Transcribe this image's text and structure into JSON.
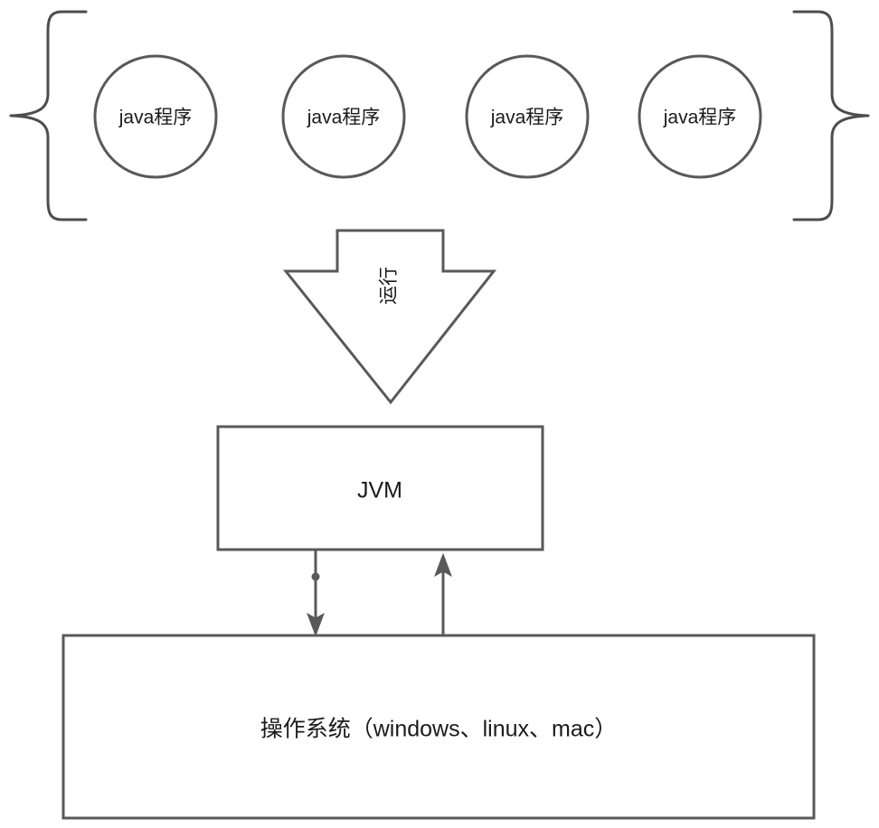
{
  "diagram": {
    "title": "java-runtime-architecture",
    "colors": {
      "stroke": "#595959",
      "brace_stroke": "#4d4d4d",
      "text": "#1a1a1a",
      "background": "#ffffff"
    },
    "programs": [
      {
        "label": "java程序"
      },
      {
        "label": "java程序"
      },
      {
        "label": "java程序"
      },
      {
        "label": "java程序"
      }
    ],
    "run_arrow": {
      "label": "运行"
    },
    "jvm_box": {
      "label": "JVM"
    },
    "os_box": {
      "label": "操作系统（windows、linux、mac）"
    },
    "connectors": {
      "down_label": "",
      "up_label": ""
    }
  }
}
